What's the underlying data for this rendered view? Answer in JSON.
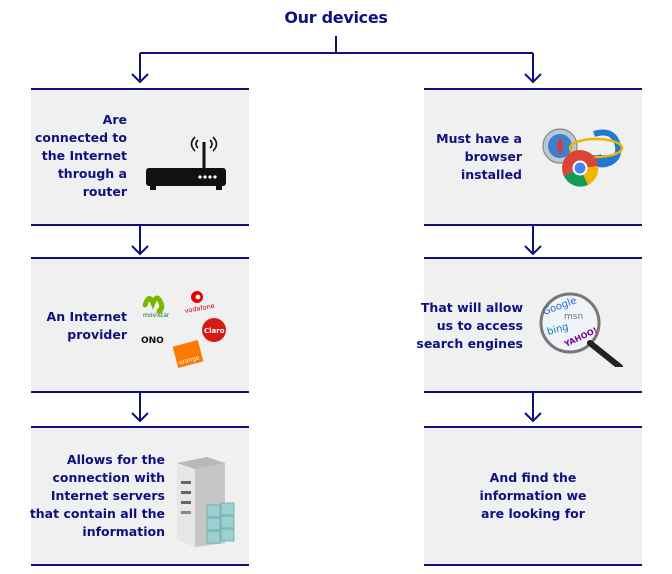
{
  "title": "Our devices",
  "left": [
    {
      "lines": [
        "Are",
        "connected to",
        "the Internet",
        "through a",
        "router"
      ],
      "icon": "router-icon"
    },
    {
      "lines": [
        "An Internet",
        "provider"
      ],
      "icon": "isp-logos-icon",
      "logos": [
        "movistar",
        "vodafone",
        "Claro",
        "ONO",
        "orange"
      ]
    },
    {
      "lines": [
        "Allows for the",
        "connection with",
        "Internet servers",
        "that contain all the",
        "information"
      ],
      "icon": "server-icon"
    }
  ],
  "right": [
    {
      "lines": [
        "Must have a",
        "browser",
        "installed"
      ],
      "icon": "browsers-icon"
    },
    {
      "lines": [
        "That will allow",
        "us to access",
        "search engines"
      ],
      "icon": "search-engines-icon",
      "logos": [
        "Google",
        "msn",
        "bing",
        "YAHOO!"
      ]
    },
    {
      "lines": [
        "And find the",
        "information we",
        "are looking for"
      ]
    }
  ],
  "colors": {
    "primary": "#10107a",
    "box": "#f0f0f0"
  }
}
